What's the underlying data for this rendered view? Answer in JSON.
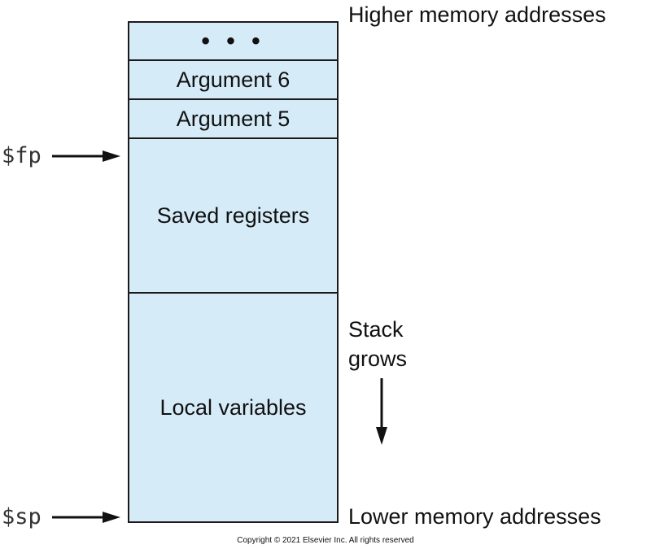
{
  "stack_cells": [
    {
      "label": "• • •"
    },
    {
      "label": "Argument 6"
    },
    {
      "label": "Argument 5"
    },
    {
      "label": "Saved registers"
    },
    {
      "label": "Local variables"
    }
  ],
  "labels": {
    "higher": "Higher memory addresses",
    "lower": "Lower memory addresses",
    "stack_grows_line1": "Stack",
    "stack_grows_line2": "grows"
  },
  "pointers": {
    "fp": "$fp",
    "sp": "$sp"
  },
  "copyright": "Copyright © 2021 Elsevier Inc. All rights reserved",
  "colors": {
    "cell_fill": "#d6ebf8",
    "border": "#1a1a1a"
  }
}
